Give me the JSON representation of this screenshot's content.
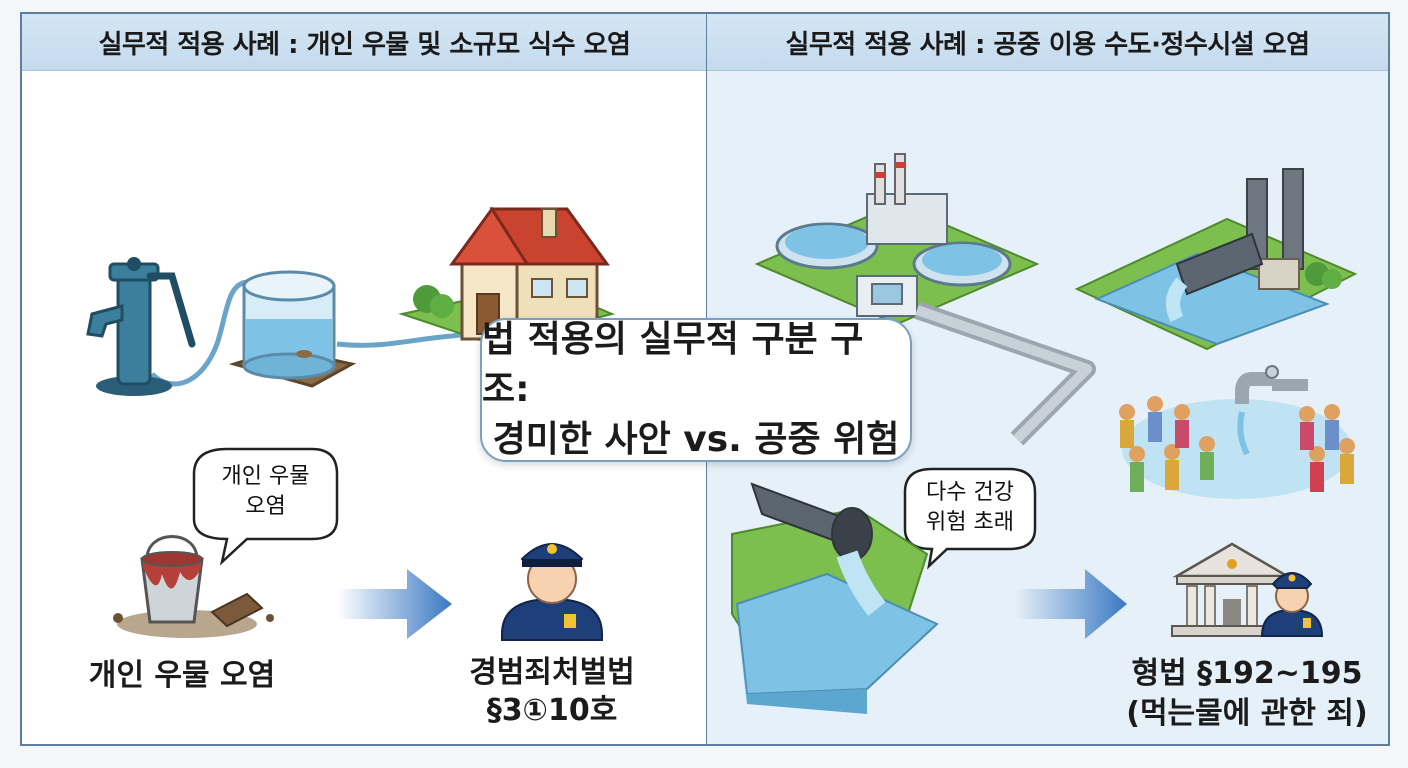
{
  "left_panel": {
    "title": "실무적 적용 사례 : 개인 우물 및 소규모 식수 오염",
    "speech_bubble": [
      "개인 우물",
      "오염"
    ],
    "case_label": "개인 우물 오염",
    "law_label": [
      "경범죄처벌법",
      "§3①10호"
    ]
  },
  "right_panel": {
    "title": "실무적 적용 사례 : 공중 이용 수도·정수시설 오염",
    "speech_bubble": [
      "다수 건강",
      "위험 초래"
    ],
    "law_label": [
      "형법 §192~195",
      "(먹는물에 관한 죄)"
    ]
  },
  "center": {
    "title_line1": "법 적용의 실무적 구분 구조:",
    "title_line2": "경미한 사안 vs. 공중 위험"
  },
  "colors": {
    "border": "#5d7f9f",
    "header_bg": "#c4daed",
    "arrow": "#3a78c2",
    "water": "#7ec3e6",
    "grass": "#7cbf4f"
  }
}
